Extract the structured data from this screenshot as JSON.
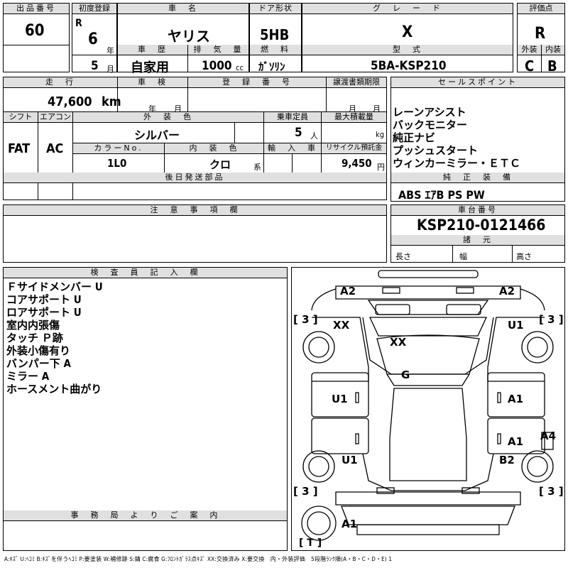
{
  "labels": {
    "lot_no": "出品番号",
    "first_reg": "初度登録",
    "car_name": "車　名",
    "door": "ドア形状",
    "grade": "グ　レ　ー　ド",
    "score": "評価点",
    "history": "車　歴",
    "displacement": "排　気　量",
    "fuel": "燃　料",
    "model": "型　式",
    "exterior": "外装",
    "interior": "内装",
    "mileage": "走　行",
    "inspection": "車　検",
    "reg_no": "登　録　番　号",
    "transfer_doc": "譲渡書類期限",
    "sales_points": "セールスポイント",
    "shift": "シフト",
    "aircon": "エアコン",
    "ext_color": "外　装　色",
    "capacity": "乗車定員",
    "max_load": "最大積載量",
    "color_no": "カラーNo.",
    "int_color": "内　装　色",
    "import": "輸　入　車",
    "recycle": "リサイクル預託金",
    "later_parts": "後日発送部品",
    "genuine_equip": "純　正　装　備",
    "notes": "注　意　事　項　欄",
    "chassis_no": "車台番号",
    "specs": "諸　元",
    "length": "長さ",
    "width": "幅",
    "height": "高さ",
    "inspector": "検　査　員　記　入　欄",
    "office": "事　務　局　よ　り　ご　案　内",
    "year_unit": "年",
    "month_unit": "月",
    "cc_unit": "cc",
    "km_unit": "km",
    "person_unit": "人",
    "kg_unit": "kg",
    "yen_unit": "円",
    "kei_unit": "系",
    "r_mark": "R"
  },
  "values": {
    "lot_no": "60",
    "first_reg_year": "6",
    "first_reg_month": "5",
    "car_name": "ヤリス",
    "door": "5HB",
    "grade": "X",
    "score": "R",
    "history": "自家用",
    "displacement": "1000",
    "fuel": "ｶﾞｿﾘﾝ",
    "model": "5BA-KSP210",
    "exterior_score": "C",
    "interior_score": "B",
    "mileage": "47,600",
    "shift": "FAT",
    "aircon": "AC",
    "ext_color": "シルバー",
    "capacity": "5",
    "color_no": "1L0",
    "int_color": "クロ",
    "recycle": "9,450",
    "chassis_no": "KSP210-0121466",
    "genuine_equip": "ABS ｴｱB PS PW"
  },
  "sales_points": [
    "レーンアシスト",
    "バックモニター",
    "純正ナビ",
    "プッシュスタート",
    "ウィンカーミラー・ＥＴＣ"
  ],
  "inspector_notes": [
    "Ｆサイドメンバー U",
    "コアサポート U",
    "ロアサポート U",
    "室内内張傷",
    "タッチ Ｐ跡",
    "外装小傷有り",
    "バンパー下 A",
    "ミラー A",
    "ホースメント曲がり"
  ],
  "damage_marks": {
    "front_left": "A2",
    "front_right": "A2",
    "fl_fender": "XX",
    "hood": "XX",
    "fr_fender": "U1",
    "windshield": "G",
    "left_front_door": "U1",
    "right_front_door": "A1",
    "right_rear_door": "A1",
    "right_rocker": "A4",
    "left_rear_fender": "U1",
    "right_rear_fender": "B2",
    "rear_bumper": "A1",
    "tire_fl": "[ 3 ]",
    "tire_fr": "[ 3 ]",
    "tire_rl": "[ 3 ]",
    "tire_rr": "[ 3 ]",
    "spare": "[ T ]"
  },
  "legend": "A:ｷｽﾞ U:ﾍｺﾐ B:ｷｽﾞを伴うﾍｺﾐ P:要塗装 W:補修跡 S:錆 C:腐食 G:ﾌﾛﾝﾄｶﾞﾗｽ点ｷｽﾞ XX:交換済み X:要交換　内・外装評価　5段階ﾗﾝｸ順(A・B・C・D・E) 1"
}
